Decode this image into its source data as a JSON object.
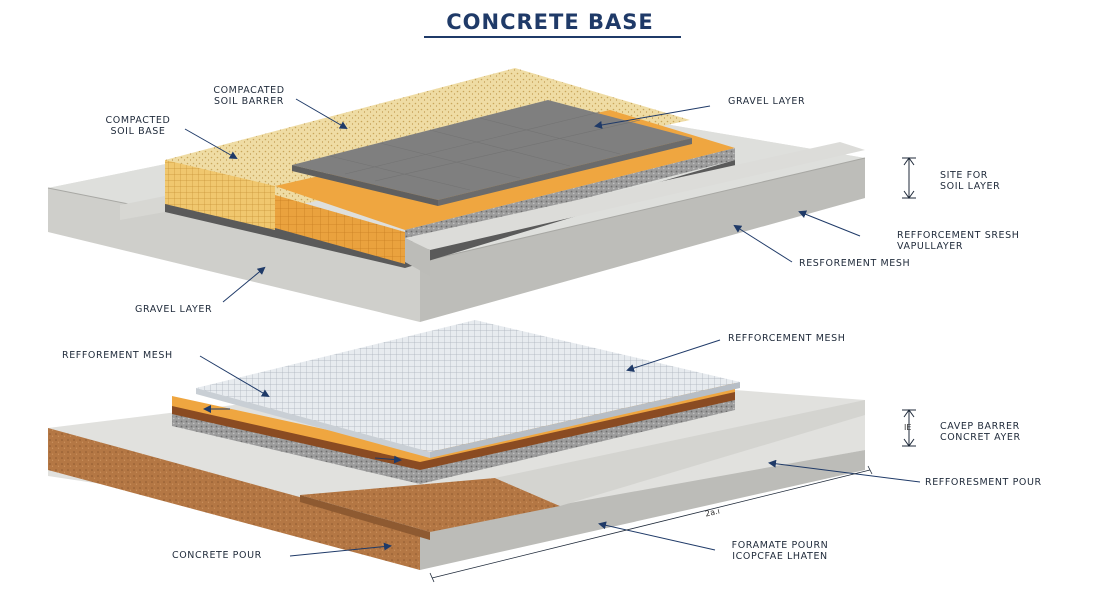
{
  "title": "CONCRETE BASE",
  "colors": {
    "title": "#1f3a68",
    "leader": "#1f3a68",
    "concrete": "#d9d9d6",
    "gravel": "#9a9a9a",
    "soil_barrier": "#e9d59b",
    "orange_layer": "#efa640",
    "slab_top": "#7e7e7e",
    "mesh": "#e4e8ec",
    "soil": "#b87a48"
  },
  "top_diagram": {
    "labels": {
      "compacted_soil_barrier": [
        "COMPACATED",
        "SOIL BARRER"
      ],
      "compacted_soil_base": [
        "COMPACTED",
        "SOIL BASE"
      ],
      "gravel_layer_top": "GRAVEL LAYER",
      "site_for_soil_layer": [
        "SITE FOR",
        "SOIL LAYER"
      ],
      "reinforcement_vapor": [
        "REFFORCEMENT SRESH",
        "VAPULLAYER"
      ],
      "reinforcement_mesh": "RESFOREMENT MESH",
      "gravel_layer_bottom": "GRAVEL LAYER"
    }
  },
  "bottom_diagram": {
    "labels": {
      "reinforcement_mesh_left": "REFFOREMENT MESH",
      "reinforcement_mesh_right": "REFFORCEMENT MESH",
      "vapor_barrier": [
        "CAVEP BARRER",
        "CONCRET AYER"
      ],
      "dimension_mark": "IE",
      "reinforcement_pour": "REFFORESMENT POUR",
      "concrete_pour": "CONCRETE POUR",
      "formate_pour": [
        "FORAMATE POURN",
        "ICOPCFAE LHATEN"
      ],
      "dimension_length": "2a.ı"
    }
  }
}
